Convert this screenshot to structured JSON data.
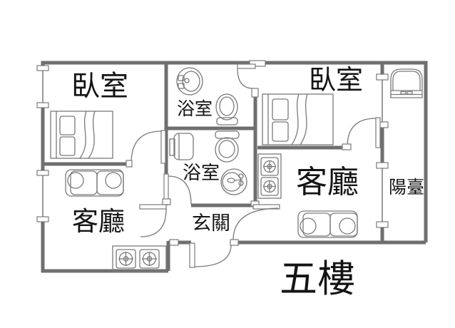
{
  "floor_plan": {
    "floor_label": "五樓",
    "rooms": {
      "bedroom_left": "臥室",
      "bedroom_right": "臥室",
      "bathroom_upper": "浴室",
      "bathroom_lower": "浴室",
      "living_left": "客廳",
      "living_right": "客廳",
      "entrance": "玄關",
      "balcony": "陽臺"
    },
    "fixtures": [
      "bed",
      "bed",
      "sofa",
      "sofa",
      "toilet",
      "toilet",
      "oval-sink",
      "round-sink",
      "water-heater",
      "gas-stove-2-burner",
      "gas-stove-2-burner",
      "washing-machine"
    ],
    "colors": {
      "wall": "#6f6f6f",
      "fixture": "#7a7a7a",
      "label": "#141414",
      "background": "#ffffff"
    }
  }
}
